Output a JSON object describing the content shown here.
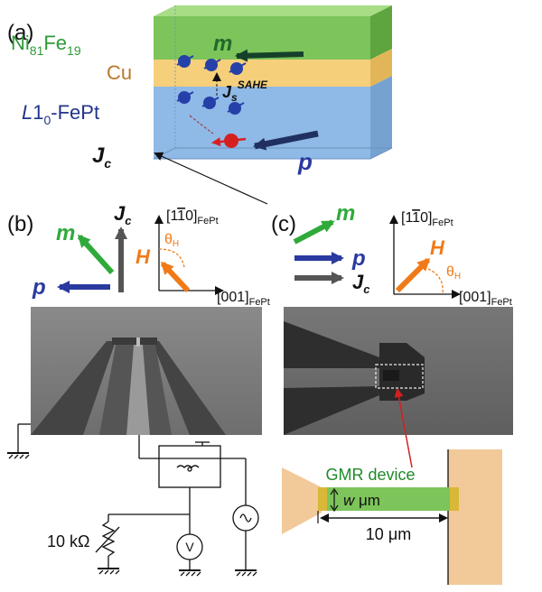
{
  "panels": {
    "a": "(a)",
    "b": "(b)",
    "c": "(c)"
  },
  "layers": {
    "nife": {
      "main": "Ni",
      "sub1": "81",
      "mid": "Fe",
      "sub2": "19"
    },
    "cu": "Cu",
    "fept": {
      "pre": "L",
      "sub": "1",
      "post": "-FePt",
      "sub_pre": "0"
    }
  },
  "vectors": {
    "m": "m",
    "p": "p",
    "jc": {
      "main": "J",
      "sub": "c"
    },
    "js": {
      "main": "J",
      "sub": "s",
      "sup": "SAHE"
    },
    "h": "H",
    "theta": {
      "main": "θ",
      "sub": "H"
    }
  },
  "axes": {
    "vertical": {
      "text": "[1",
      "bar": "1",
      "tail": "0]",
      "sub": "FePt"
    },
    "horizontal": {
      "text": "[001]",
      "sub": "FePt"
    }
  },
  "circuit": {
    "resistor": "10 kΩ",
    "voltmeter": "V"
  },
  "gmr": {
    "label": "GMR device",
    "width": "w",
    "width_unit": "μm",
    "length": "10 μm"
  },
  "colors": {
    "nife": "#7dc45a",
    "cu": "#f6cf7a",
    "fept": "#8fb9e6",
    "m_green": "#1f8a2a",
    "p_blue": "#2a3aa0",
    "h_orange": "#f07a18",
    "jc_gray": "#555555",
    "red": "#d62020"
  }
}
